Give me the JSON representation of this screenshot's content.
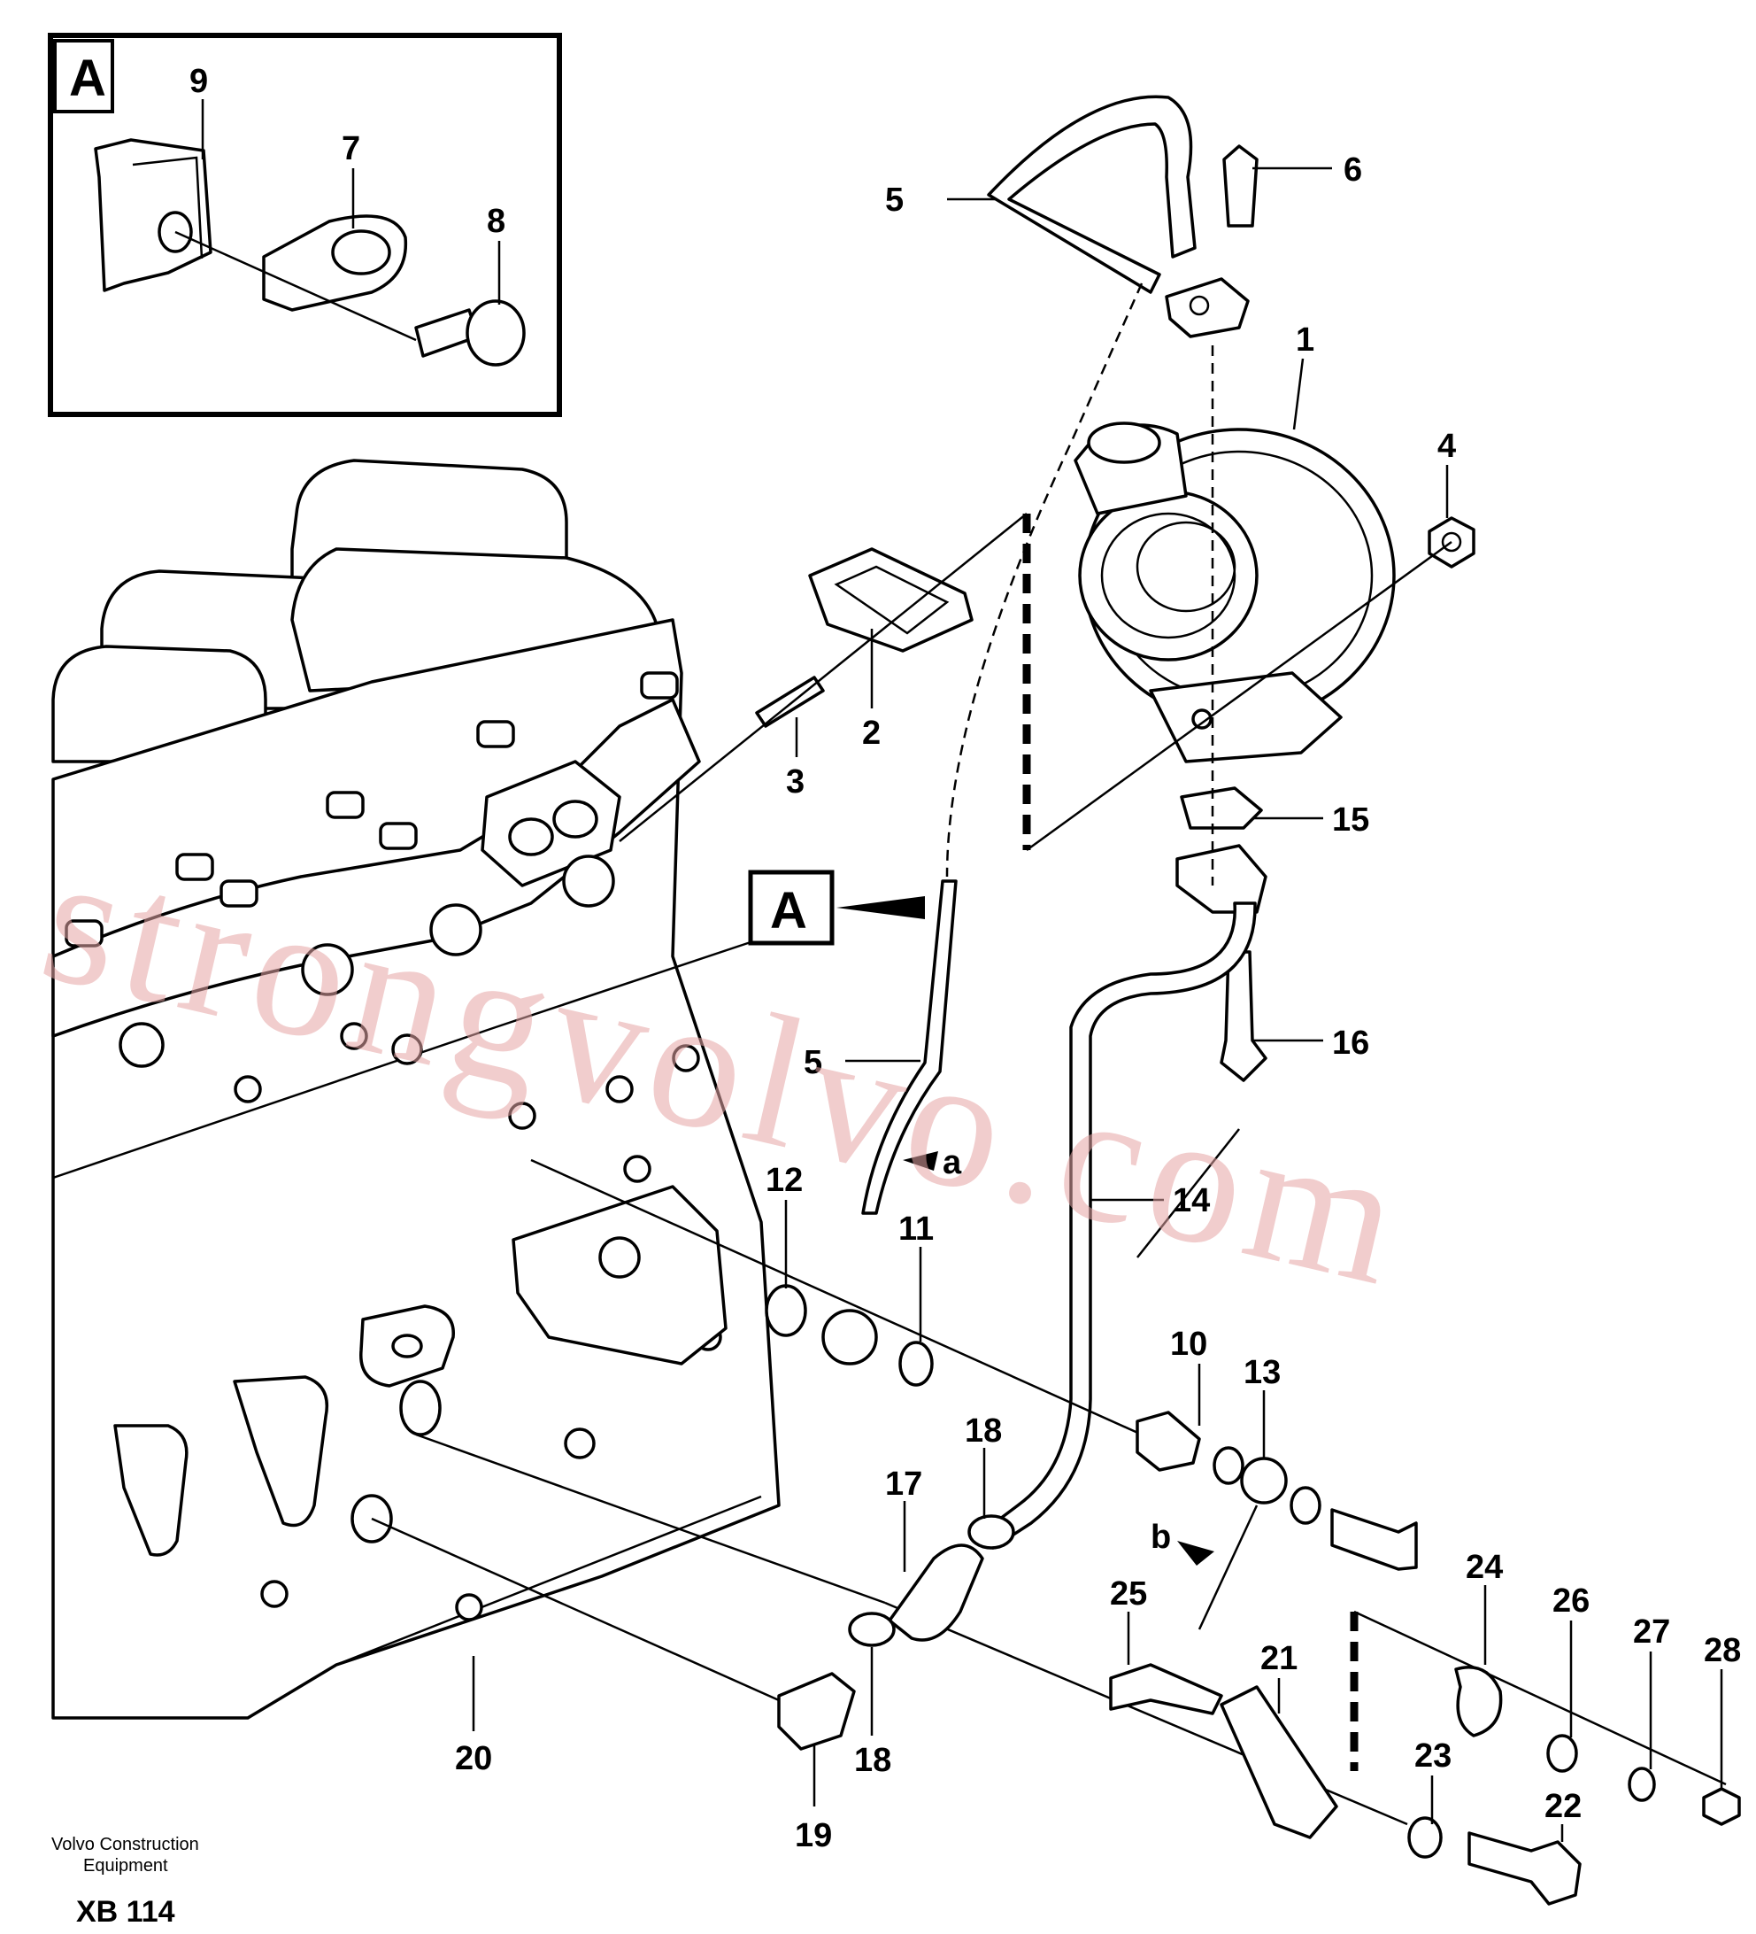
{
  "inset": {
    "letter": "A",
    "labels": [
      "9",
      "7",
      "8"
    ]
  },
  "view_marker": {
    "letter": "A"
  },
  "part_labels": [
    "1",
    "2",
    "3",
    "4",
    "5",
    "5",
    "6",
    "10",
    "11",
    "12",
    "13",
    "14",
    "15",
    "16",
    "17",
    "18",
    "18",
    "19",
    "20",
    "21",
    "22",
    "23",
    "24",
    "25",
    "26",
    "27",
    "28"
  ],
  "arrow_labels": [
    "a",
    "b"
  ],
  "footer": {
    "company_line1": "Volvo Construction",
    "company_line2": "Equipment",
    "code": "XB 114"
  },
  "watermark": "strongvolvo.com",
  "colors": {
    "line": "#000000",
    "background": "#ffffff",
    "watermark": "#e6a6a6"
  }
}
